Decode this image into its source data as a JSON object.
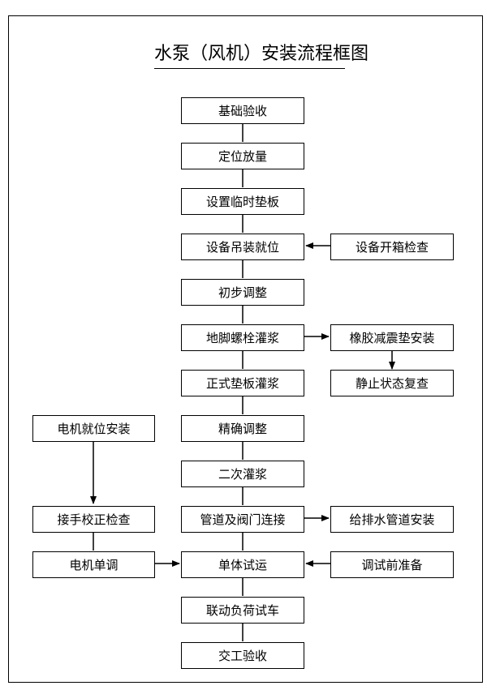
{
  "title": "水泵（风机）安装流程框图",
  "main_flow": [
    "基础验收",
    "定位放量",
    "设置临时垫板",
    "设备吊装就位",
    "初步调整",
    "地脚螺栓灌浆",
    "正式垫板灌浆",
    "精确调整",
    "二次灌浆",
    "管道及阀门连接",
    "单体试运",
    "联动负荷试车",
    "交工验收"
  ],
  "right_flow": {
    "unpack_check": "设备开箱检查",
    "rubber_damper": "橡胶减震垫安装",
    "static_recheck": "静止状态复查",
    "water_pipe": "给排水管道安装",
    "pre_test_prep": "调试前准备"
  },
  "left_flow": {
    "motor_install": "电机就位安装",
    "rotation_check": "接手校正检查",
    "motor_single": "电机单调"
  }
}
